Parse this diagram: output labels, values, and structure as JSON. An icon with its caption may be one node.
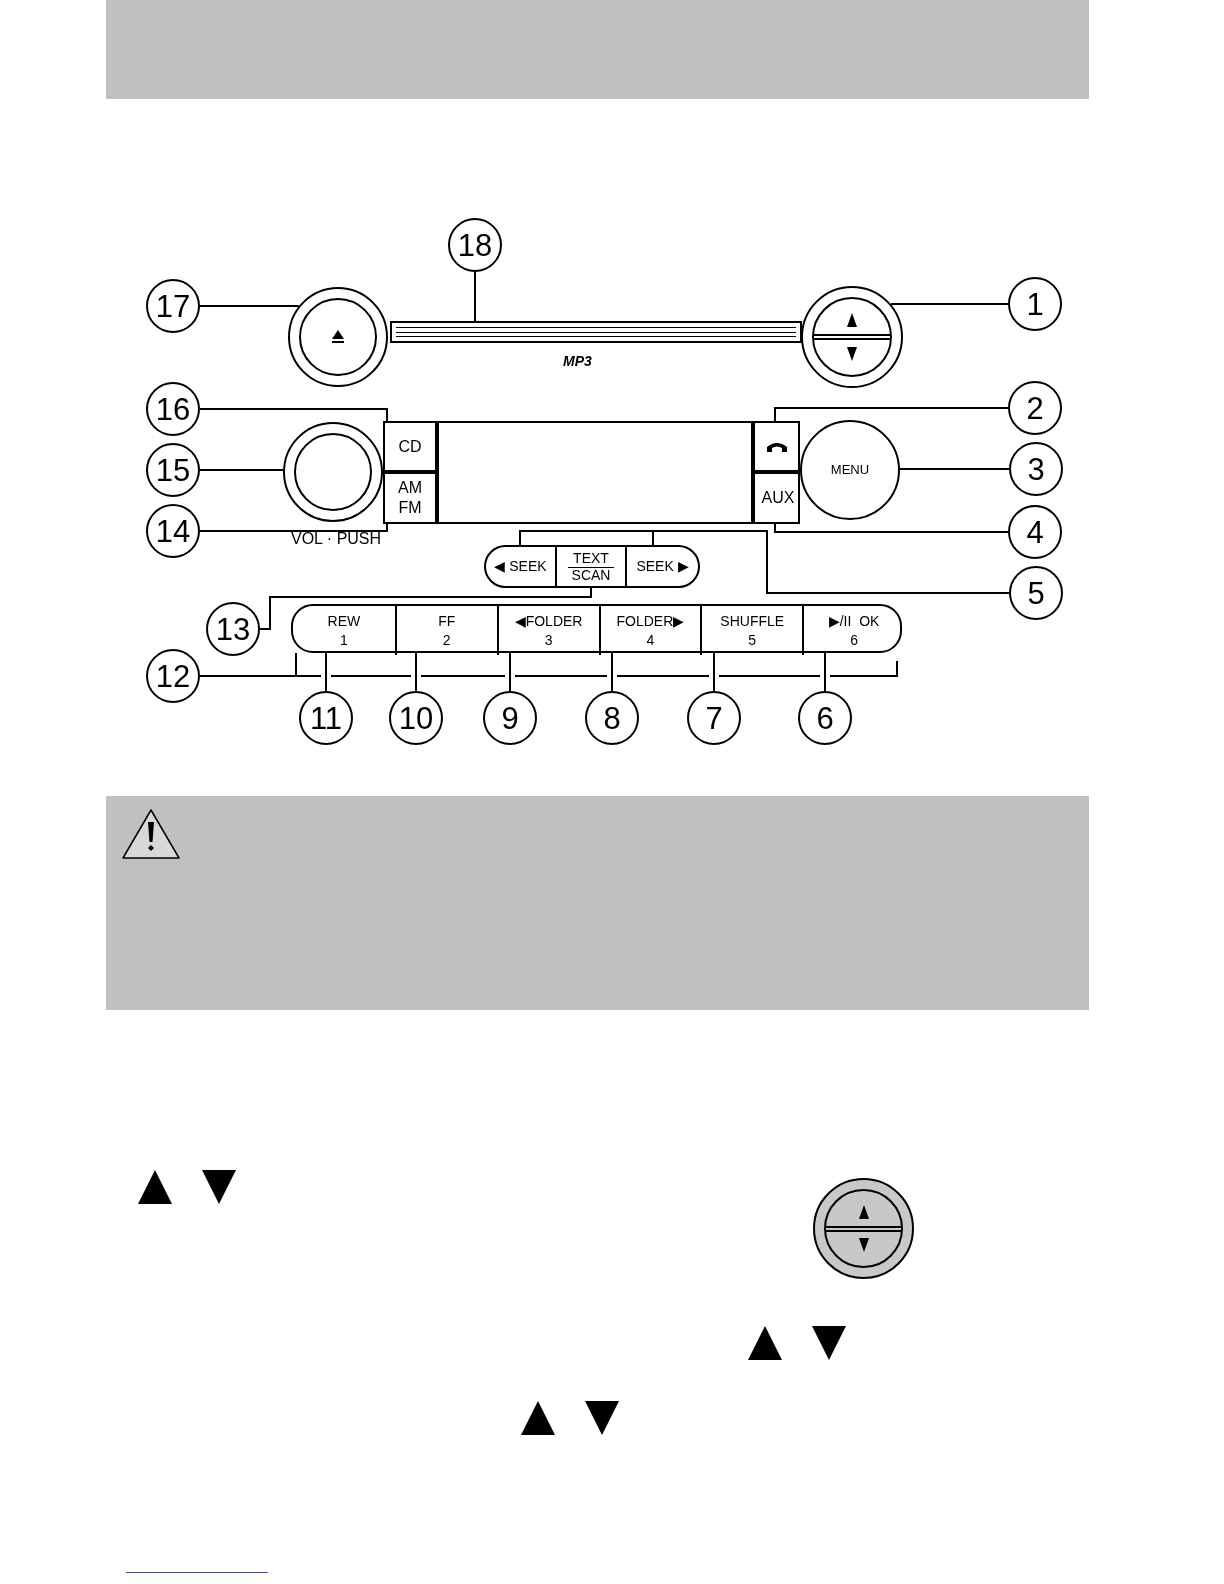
{
  "diagram": {
    "nodes": [
      {
        "text": [
          "18"
        ]
      },
      {
        "text": [
          "17"
        ]
      },
      {
        "text": [],
        "shape": "circle"
      },
      {
        "text": [],
        "shape": "bar"
      },
      {
        "text": [],
        "shape": "circle"
      },
      {
        "text": [
          "1"
        ]
      },
      {
        "text": [
          "16"
        ]
      },
      {
        "text": [
          "CD"
        ]
      },
      {
        "text": [],
        "shape": "box"
      },
      {
        "text": [
          "2"
        ]
      },
      {
        "text": [
          "15"
        ]
      },
      {
        "text": [],
        "shape": "circle",
        "beside": [
          "VOL · PUSH"
        ]
      },
      {
        "text": [
          "AM FM"
        ]
      },
      {
        "text": [
          "AUX"
        ]
      },
      {
        "text": [
          "MENU"
        ]
      },
      {
        "text": [
          "3"
        ]
      },
      {
        "text": [
          "14"
        ]
      },
      {
        "text": [
          "4"
        ]
      },
      {
        "text": [
          "◀ SEEK"
        ]
      },
      {
        "text": [
          "TEXT SCAN"
        ]
      },
      {
        "text": [
          "SEEK ▶"
        ]
      },
      {
        "text": [
          "5"
        ]
      },
      {
        "text": [
          "13"
        ]
      },
      {
        "text": [],
        "shape": "box"
      },
      {
        "text": [
          "REW",
          "1"
        ],
        "in": 23
      },
      {
        "text": [
          "FF",
          "2"
        ],
        "in": 23
      },
      {
        "text": [
          "◀FOLDER",
          "3"
        ],
        "in": 23
      },
      {
        "text": [
          "FOLDER▶",
          "4"
        ],
        "in": 23
      },
      {
        "text": [
          "SHUFFLE",
          "5"
        ],
        "in": 23
      },
      {
        "text": [
          "▶/II  OK",
          "6"
        ],
        "in": 23
      },
      {
        "text": [
          "12"
        ]
      },
      {
        "text": [
          "11"
        ]
      },
      {
        "text": [
          "10"
        ]
      },
      {
        "text": [
          "9"
        ]
      },
      {
        "text": [
          "8"
        ]
      },
      {
        "text": [
          "7"
        ]
      },
      {
        "text": [
          "6"
        ]
      },
      {
        "text": [],
        "shape": "box"
      }
    ],
    "edges": [
      {
        "from": 0,
        "to": 3,
        "arrow": "none"
      },
      {
        "from": 1,
        "to": 2,
        "arrow": "none"
      },
      {
        "from": 5,
        "to": 4,
        "arrow": "none"
      },
      {
        "from": 6,
        "to": 7,
        "arrow": "none"
      },
      {
        "from": 9,
        "to": 37,
        "arrow": "none"
      },
      {
        "from": 10,
        "to": 11,
        "arrow": "none"
      },
      {
        "from": 15,
        "to": 14,
        "arrow": "none"
      },
      {
        "from": 16,
        "to": 12,
        "arrow": "none"
      },
      {
        "from": 17,
        "to": 13,
        "arrow": "none"
      },
      {
        "from": 21,
        "to": 20,
        "arrow": "none"
      },
      {
        "from": 21,
        "to": 18,
        "arrow": "none"
      },
      {
        "from": 22,
        "to": 19,
        "arrow": "none"
      },
      {
        "from": 30,
        "to": 23,
        "arrow": "none"
      },
      {
        "from": 31,
        "to": 24,
        "arrow": "none"
      },
      {
        "from": 32,
        "to": 25,
        "arrow": "none"
      },
      {
        "from": 33,
        "to": 26,
        "arrow": "none"
      },
      {
        "from": 34,
        "to": 27,
        "arrow": "none"
      },
      {
        "from": 35,
        "to": 28,
        "arrow": "none"
      },
      {
        "from": 36,
        "to": 29,
        "arrow": "none"
      }
    ],
    "labels": [
      "MP3"
    ]
  }
}
